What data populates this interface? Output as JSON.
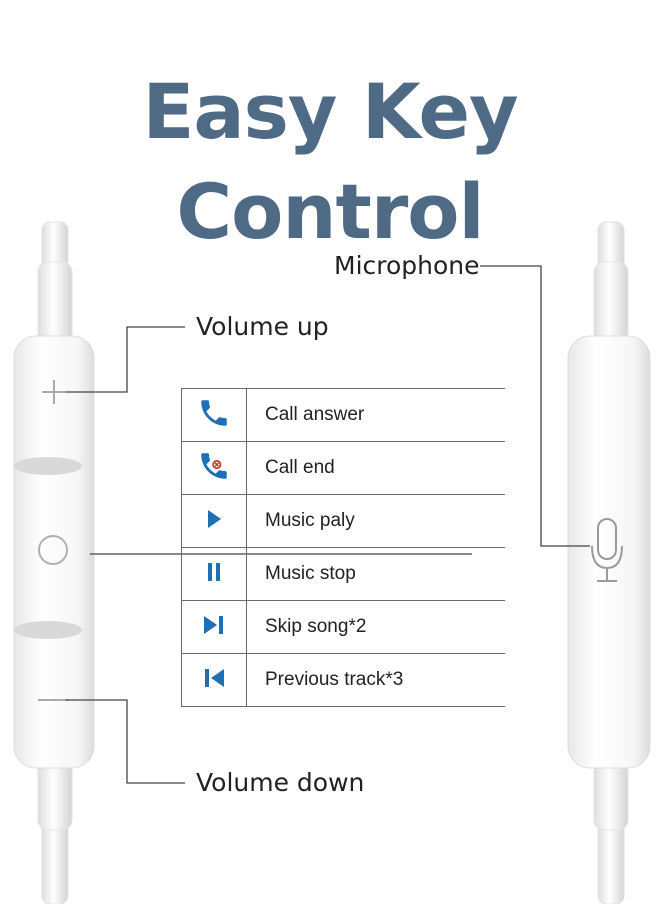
{
  "title": "Easy Key Control",
  "labels": {
    "volume_up": "Volume up",
    "volume_down": "Volume down",
    "microphone": "Microphone"
  },
  "remote_buttons": {
    "plus": "+",
    "minus": "—"
  },
  "functions": [
    {
      "icon": "phone-answer-icon",
      "label": "Call answer"
    },
    {
      "icon": "phone-end-icon",
      "label": "Call end"
    },
    {
      "icon": "play-icon",
      "label": "Music paly"
    },
    {
      "icon": "pause-icon",
      "label": "Music stop"
    },
    {
      "icon": "skip-next-icon",
      "label": "Skip song*2"
    },
    {
      "icon": "skip-previous-icon",
      "label": "Previous track*3"
    }
  ],
  "colors": {
    "title": "#4e6a84",
    "icon_blue": "#1f6fb5",
    "line": "#444444"
  }
}
